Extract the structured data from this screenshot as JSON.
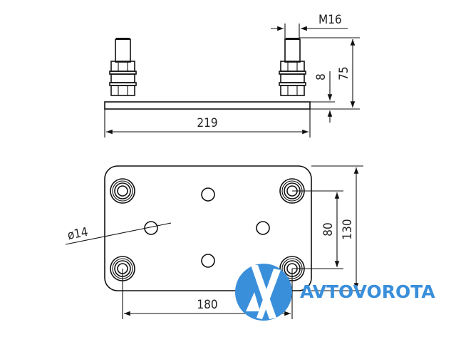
{
  "drawing": {
    "top_view": {
      "thread_label": "M16",
      "height_label": "75",
      "plate_thickness_label": "8",
      "length_label": "219"
    },
    "plan_view": {
      "hole_diameter_label": "ø14",
      "bolt_spacing_vertical_label": "80",
      "width_label": "130",
      "bolt_spacing_horizontal_label": "180"
    }
  },
  "logo": {
    "text": "AVTOVOROTA",
    "color": "#3a8fdb"
  }
}
